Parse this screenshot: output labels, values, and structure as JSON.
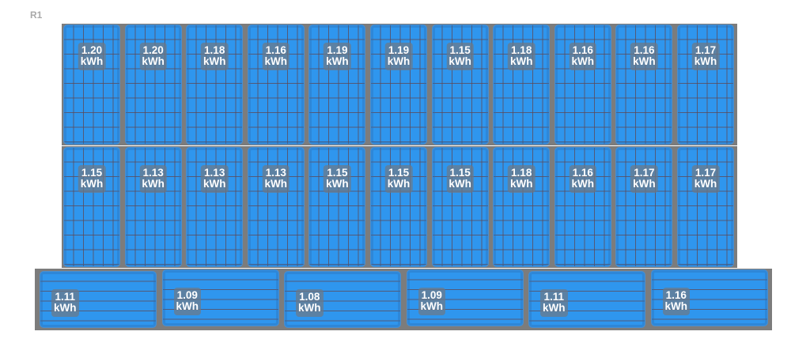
{
  "row_label": "R1",
  "unit": "kWh",
  "rows": [
    {
      "name": "row-1",
      "orientation": "portrait",
      "panels": [
        "1.20",
        "1.20",
        "1.18",
        "1.16",
        "1.19",
        "1.19",
        "1.15",
        "1.18",
        "1.16",
        "1.16",
        "1.17"
      ]
    },
    {
      "name": "row-2",
      "orientation": "portrait",
      "panels": [
        "1.15",
        "1.13",
        "1.13",
        "1.13",
        "1.15",
        "1.15",
        "1.15",
        "1.18",
        "1.16",
        "1.17",
        "1.17"
      ]
    },
    {
      "name": "row-3",
      "orientation": "landscape",
      "panels": [
        "1.11",
        "1.09",
        "1.08",
        "1.09",
        "1.11",
        "1.16"
      ]
    }
  ],
  "colors": {
    "panel_fill": "#2f96ee",
    "frame": "#7c7c7c",
    "badge": "#6e7887",
    "label": "#a9a9a9"
  }
}
